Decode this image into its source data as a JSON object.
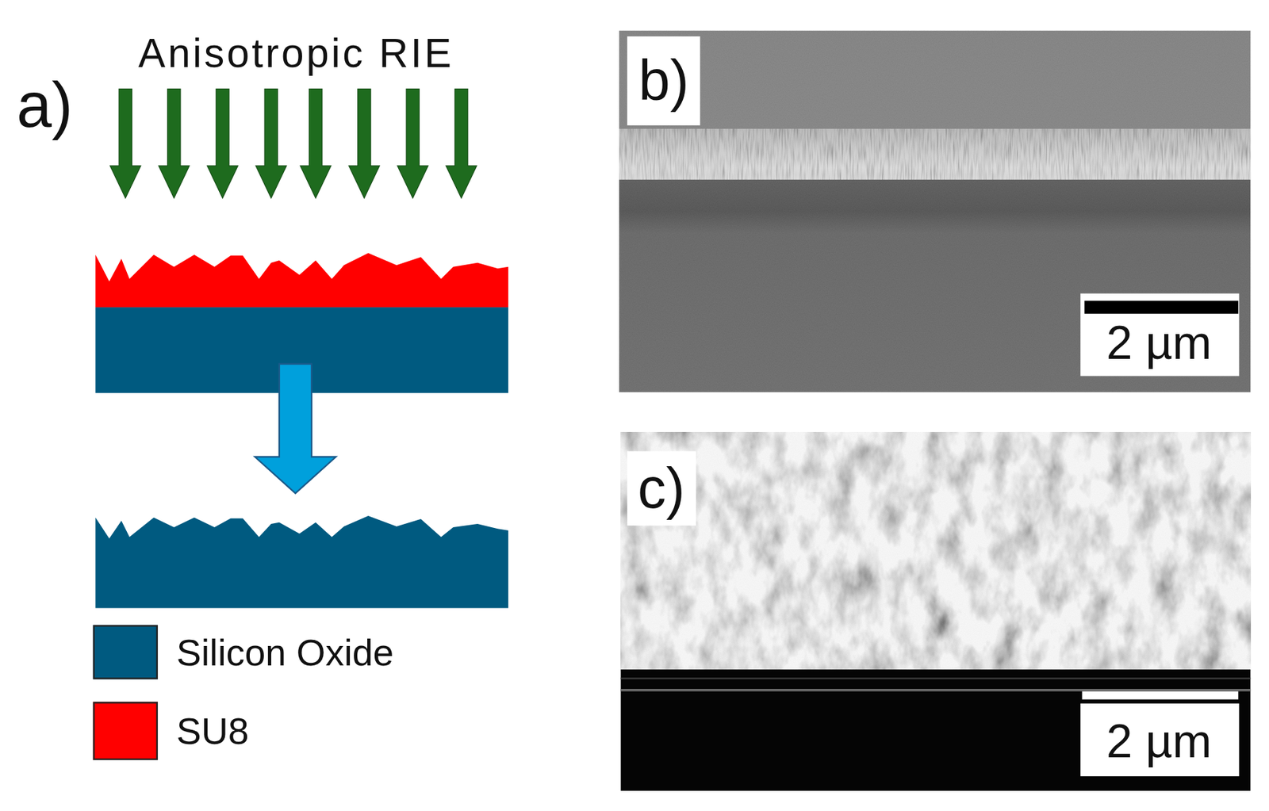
{
  "diagram": {
    "labels": [
      "a)",
      "Anisotropic RIE",
      "b)",
      "2 µm",
      "c)",
      "2 µm"
    ],
    "legend": [
      {
        "text": "Silicon Oxide",
        "color": "#005a80"
      },
      {
        "text": "SU8",
        "color": "#ff0000"
      }
    ]
  }
}
